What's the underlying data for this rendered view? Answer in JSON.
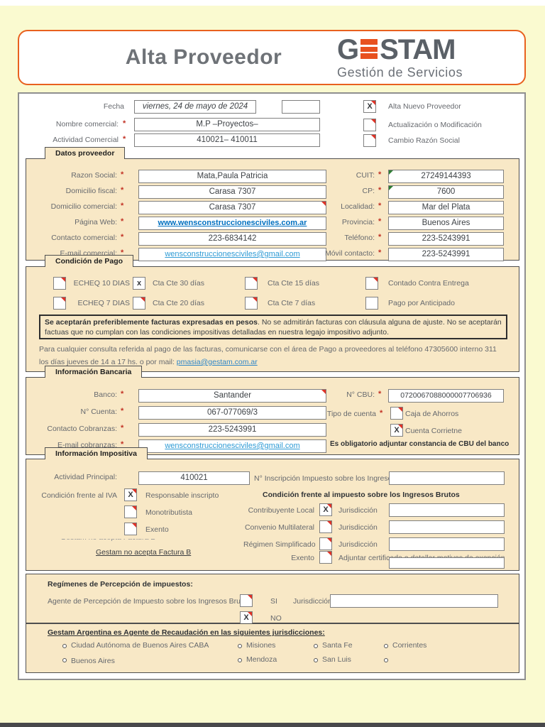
{
  "ui": {
    "req": "*"
  },
  "header_box": {
    "title": "Alta Proveedor",
    "logo": {
      "g": "G",
      "stam": "STAM",
      "tagline": "Gestión de Servicios"
    }
  },
  "top": {
    "fecha_label": "Fecha",
    "fecha_value": "viernes, 24 de mayo de 2024",
    "extra_value": "",
    "nombre_label": "Nombre comercial:",
    "nombre_value": "M.P –Proyectos–",
    "actividad_label": "Actividad Comercial",
    "actividad_value": "410021– 410011",
    "checks": [
      {
        "label": "Alta Nuevo Proveedor",
        "mark": "X"
      },
      {
        "label": "Actualización o Modificación",
        "mark": ""
      },
      {
        "label": "Cambio Razón Social",
        "mark": ""
      }
    ]
  },
  "datos": {
    "title": "Datos proveedor",
    "left": [
      {
        "label": "Razon Social:",
        "value": "Mata,Paula Patricia"
      },
      {
        "label": "Domicilio fiscal:",
        "value": "Carasa 7307"
      },
      {
        "label": "Domicilio comercial:",
        "value": "Carasa 7307"
      },
      {
        "label": "Página Web:",
        "value": "www.wensconstruccionesciviles.com.ar"
      },
      {
        "label": "Contacto comercial:",
        "value": "223-6834142"
      },
      {
        "label": "E-mail comercial:",
        "value": "wensconstruccionesciviles@gmail.com"
      }
    ],
    "right": [
      {
        "label": "CUIT:",
        "value": "27249144393"
      },
      {
        "label": "CP:",
        "value": "7600"
      },
      {
        "label": "Localidad:",
        "value": "Mar del Plata"
      },
      {
        "label": "Provincia:",
        "value": "Buenos Aires"
      },
      {
        "label": "Teléfono:",
        "value": "223-5243991"
      },
      {
        "label": "Móvil contacto:",
        "value": "223-5243991"
      }
    ]
  },
  "pago": {
    "title": "Condición de Pago",
    "row1": [
      {
        "label": "ECHEQ 10 DIAS",
        "mark": ""
      },
      {
        "label": "Cta Cte 30 días",
        "mark": "x"
      },
      {
        "label": "Cta Cte 15 días",
        "mark": ""
      },
      {
        "label": "Contado Contra Entrega",
        "mark": ""
      }
    ],
    "row2": [
      {
        "label": "ECHEQ 7 DIAS",
        "mark": ""
      },
      {
        "label": "Cta Cte 20 días",
        "mark": ""
      },
      {
        "label": "Cta Cte 7 días",
        "mark": ""
      },
      {
        "label": "Pago por Anticipado",
        "mark": ""
      }
    ],
    "note_bold": "Se aceptarán preferiblemente facturas expresadas en pesos",
    "note_rest": ". No se admitirán facturas con cláusula alguna de ajuste. No se aceptarán factuas que no cumplan con las condiciones impositivas detalladas en nuestra legajo impositivo adjunto.",
    "contact_pre": "Para cualquier consulta referida al pago de las facturas, comunicarse con  el área de Pago a proveedores al teléfono 47305600 interno 311 los días jueves de 14 a 17 hs. o por mail: ",
    "contact_email": "pmasia@gestam.com.ar"
  },
  "bancaria": {
    "title": "Información Bancaria",
    "banco_label": "Banco:",
    "banco_value": "Santander",
    "cuenta_label": "N° Cuenta:",
    "cuenta_value": "067-077069/3",
    "cobranzas_label": "Contacto Cobranzas:",
    "cobranzas_value": "223-5243991",
    "email_label": "E-mail cobranzas:",
    "email_value": "wensconstruccionesciviles@gmail.com",
    "cbu_label": "N° CBU:",
    "cbu_value": "0720067088000007706936",
    "tipo_label": "Tipo de cuenta",
    "caja_label": "Caja de Ahorros",
    "caja_mark": "",
    "cc_label": "Cuenta Corrietne",
    "cc_mark": "X",
    "cbu_note": "Es obligatorio adjuntar  constancia de CBU del banco"
  },
  "impositiva": {
    "title": "Información Impositiva",
    "actividad_label": "Actividad Principal:",
    "actividad_value": "410021",
    "iibb_label": "N° Inscripción Impuesto sobre los Ingresos Brutos",
    "iibb_value": "",
    "iva_label": "Condición frente al IVA",
    "iva_options": [
      {
        "label": "Responsable inscripto",
        "mark": "X"
      },
      {
        "label": "Monotributista",
        "mark": ""
      },
      {
        "label": "Exento",
        "mark": ""
      }
    ],
    "iibb_title": "Condición frente al impuesto sobre los Ingresos Brutos",
    "rows": [
      {
        "label": "Contribuyente Local",
        "mark": "X",
        "field_label": "Jurisdicción",
        "value": ""
      },
      {
        "label": "Convenio Multilateral",
        "mark": "",
        "field_label": "Jurisdicción",
        "value": ""
      },
      {
        "label": "Régimen Simplificado",
        "mark": "",
        "field_label": "Jurisdicción",
        "value": ""
      },
      {
        "label": "Exento",
        "mark": "",
        "field_label": "Adjuntar certificado o detallar motivos de exención",
        "value": ""
      }
    ],
    "ghost_text": "Gestam no acepta Factura B",
    "factura_note": "Gestam no acepta Factura B"
  },
  "percepcion": {
    "title": "Regímenes de Percepción de impuestos:",
    "agente_label": "Agente de Percepción de Impuesto sobre los Ingresos Brutos:",
    "si_label": "SI",
    "si_mark": "",
    "jurisdiccion_label": "Jurisdicción",
    "jurisdiccion_value": "",
    "no_label": "NO",
    "no_mark": "X"
  },
  "jurisdicciones": {
    "title": "Gestam Argentina es Agente de Recaudación en las siguientes jurisdicciones:",
    "items": [
      "Ciudad Autónoma de Buenos Aires CABA",
      "Buenos Aires",
      "Misiones",
      "Mendoza",
      "Santa Fe",
      "San Luis",
      "Corrientes",
      ""
    ]
  }
}
